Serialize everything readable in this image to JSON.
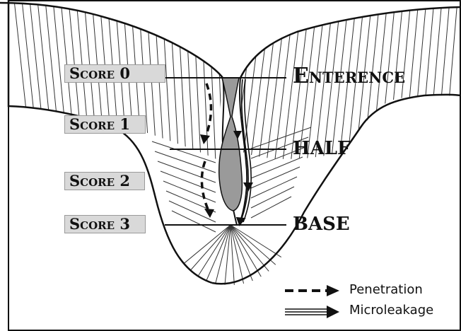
{
  "scores": [
    "Score 0",
    "Score 1",
    "Score 2",
    "Score 3"
  ],
  "levels": {
    "entrance": "Enterence",
    "half": "HALF",
    "base": "BASE"
  },
  "legend": {
    "penetration": "Penetration",
    "microleakage": "Microleakage"
  },
  "colors": {
    "line": "#111111",
    "sealant": "#9a9a9a",
    "label_box": "#d9d9d9"
  }
}
